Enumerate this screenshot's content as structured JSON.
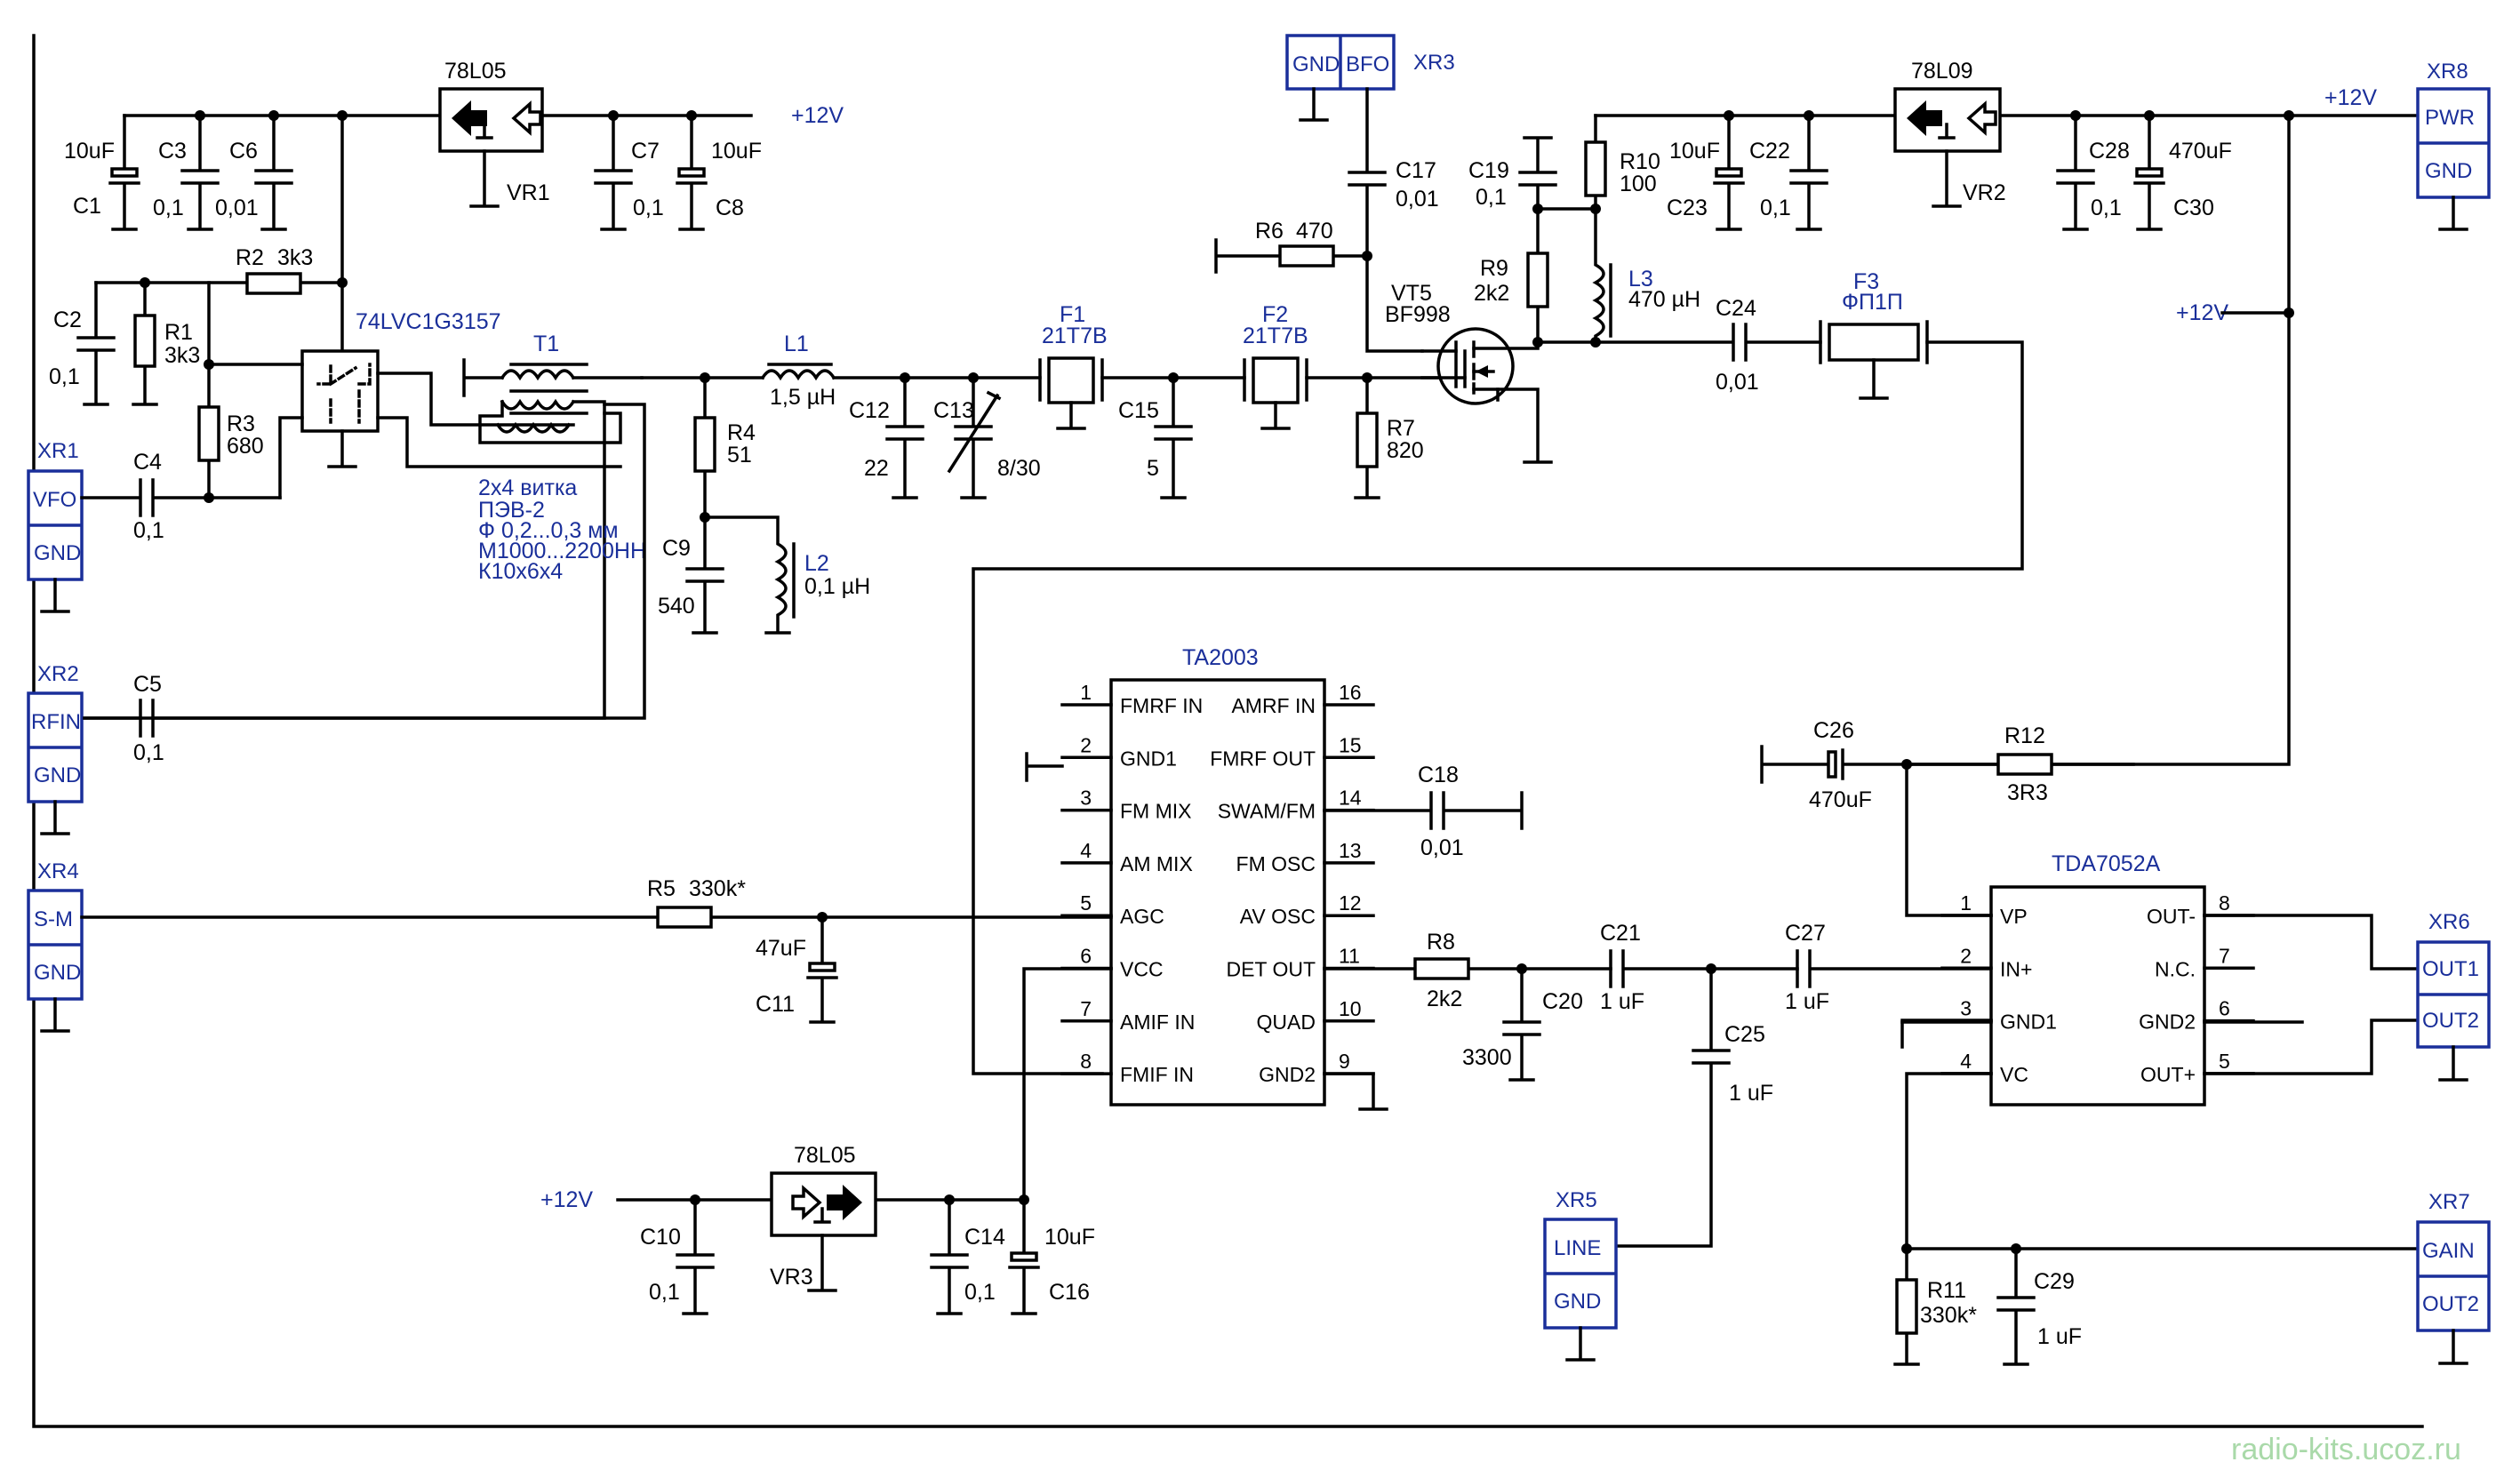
{
  "regulators": {
    "vr1": {
      "ref": "VR1",
      "part": "78L05"
    },
    "vr2": {
      "ref": "VR2",
      "part": "78L09"
    },
    "vr3": {
      "ref": "VR3",
      "part": "78L05"
    }
  },
  "ics": {
    "switch": {
      "part": "74LVC1G3157"
    },
    "ta2003": {
      "part": "TA2003",
      "left_pins": [
        {
          "num": "1",
          "name": "FMRF IN"
        },
        {
          "num": "2",
          "name": "GND1"
        },
        {
          "num": "3",
          "name": "FM MIX"
        },
        {
          "num": "4",
          "name": "AM MIX"
        },
        {
          "num": "5",
          "name": "AGC"
        },
        {
          "num": "6",
          "name": "VCC"
        },
        {
          "num": "7",
          "name": "AMIF IN"
        },
        {
          "num": "8",
          "name": "FMIF IN"
        }
      ],
      "right_pins": [
        {
          "num": "16",
          "name": "AMRF IN"
        },
        {
          "num": "15",
          "name": "FMRF OUT"
        },
        {
          "num": "14",
          "name": "SWAM/FM"
        },
        {
          "num": "13",
          "name": "FM OSC"
        },
        {
          "num": "12",
          "name": "AV OSC"
        },
        {
          "num": "11",
          "name": "DET OUT"
        },
        {
          "num": "10",
          "name": "QUAD"
        },
        {
          "num": "9",
          "name": "GND2"
        }
      ]
    },
    "tda7052a": {
      "part": "TDA7052A",
      "left_pins": [
        {
          "num": "1",
          "name": "VP"
        },
        {
          "num": "2",
          "name": "IN+"
        },
        {
          "num": "3",
          "name": "GND1"
        },
        {
          "num": "4",
          "name": "VC"
        }
      ],
      "right_pins": [
        {
          "num": "8",
          "name": "OUT-"
        },
        {
          "num": "7",
          "name": "N.C."
        },
        {
          "num": "6",
          "name": "GND2"
        },
        {
          "num": "5",
          "name": "OUT+"
        }
      ]
    }
  },
  "connectors": {
    "xr1": {
      "ref": "XR1",
      "pins": [
        "VFO",
        "GND"
      ]
    },
    "xr2": {
      "ref": "XR2",
      "pins": [
        "RFIN",
        "GND"
      ]
    },
    "xr3": {
      "ref": "XR3",
      "pins": [
        "GND",
        "BFO"
      ]
    },
    "xr4": {
      "ref": "XR4",
      "pins": [
        "S-M",
        "GND"
      ]
    },
    "xr5": {
      "ref": "XR5",
      "pins": [
        "LINE",
        "GND"
      ]
    },
    "xr6": {
      "ref": "XR6",
      "pins": [
        "OUT1",
        "OUT2"
      ]
    },
    "xr7": {
      "ref": "XR7",
      "pins": [
        "GAIN",
        "OUT2"
      ]
    },
    "xr8": {
      "ref": "XR8",
      "pins": [
        "PWR",
        "GND"
      ]
    }
  },
  "components": {
    "c1": {
      "ref": "C1",
      "value": "10uF"
    },
    "c2": {
      "ref": "C2",
      "value": "0,1"
    },
    "c3": {
      "ref": "C3",
      "value": "0,1"
    },
    "c4": {
      "ref": "C4",
      "value": "0,1"
    },
    "c5": {
      "ref": "C5",
      "value": "0,1"
    },
    "c6": {
      "ref": "C6",
      "value": "0,01"
    },
    "c7": {
      "ref": "C7",
      "value": "0,1"
    },
    "c8": {
      "ref": "C8",
      "value": "10uF"
    },
    "c9": {
      "ref": "C9",
      "value": "540"
    },
    "c10": {
      "ref": "C10",
      "value": "0,1"
    },
    "c11": {
      "ref": "C11",
      "value": "47uF"
    },
    "c12": {
      "ref": "C12",
      "value": "22"
    },
    "c13": {
      "ref": "C13",
      "value": "8/30"
    },
    "c14": {
      "ref": "C14",
      "value": "0,1"
    },
    "c15": {
      "ref": "C15",
      "value": "5"
    },
    "c16": {
      "ref": "C16",
      "value": "10uF"
    },
    "c17": {
      "ref": "C17",
      "value": "0,01"
    },
    "c18": {
      "ref": "C18",
      "value": "0,01"
    },
    "c19": {
      "ref": "C19",
      "value": "0,1"
    },
    "c20": {
      "ref": "C20",
      "value": "3300"
    },
    "c21": {
      "ref": "C21",
      "value": "1 uF"
    },
    "c22": {
      "ref": "C22",
      "value": "0,1"
    },
    "c23": {
      "ref": "C23",
      "value": "10uF"
    },
    "c24": {
      "ref": "C24",
      "value": "0,01"
    },
    "c25": {
      "ref": "C25",
      "value": "1 uF"
    },
    "c26": {
      "ref": "C26",
      "value": "470uF"
    },
    "c27": {
      "ref": "C27",
      "value": "1 uF"
    },
    "c28": {
      "ref": "C28",
      "value": "0,1"
    },
    "c29": {
      "ref": "C29",
      "value": "1 uF"
    },
    "c30": {
      "ref": "C30",
      "value": "470uF"
    },
    "r1": {
      "ref": "R1",
      "value": "3k3"
    },
    "r2": {
      "ref": "R2",
      "value": "3k3"
    },
    "r3": {
      "ref": "R3",
      "value": "680"
    },
    "r4": {
      "ref": "R4",
      "value": "51"
    },
    "r5": {
      "ref": "R5",
      "value": "330k*"
    },
    "r6": {
      "ref": "R6",
      "value": "470"
    },
    "r7": {
      "ref": "R7",
      "value": "820"
    },
    "r8": {
      "ref": "R8",
      "value": "2k2"
    },
    "r9": {
      "ref": "R9",
      "value": "2k2"
    },
    "r10": {
      "ref": "R10",
      "value": "100"
    },
    "r11": {
      "ref": "R11",
      "value": "330k*"
    },
    "r12": {
      "ref": "R12",
      "value": "3R3"
    },
    "l1": {
      "ref": "L1",
      "value": "1,5 µH"
    },
    "l2": {
      "ref": "L2",
      "value": "0,1 µH"
    },
    "l3": {
      "ref": "L3",
      "value": "470 µH"
    },
    "t1": {
      "ref": "T1"
    },
    "f1": {
      "ref": "F1",
      "value": "21T7B"
    },
    "f2": {
      "ref": "F2",
      "value": "21T7B"
    },
    "f3": {
      "ref": "F3",
      "value": "ФП1П"
    },
    "vt5": {
      "ref": "VT5",
      "value": "BF998"
    }
  },
  "rails": {
    "v12": "+12V"
  },
  "transformer_note": [
    "2x4 витка",
    "ПЭВ-2",
    "Ф 0,2...0,3 мм",
    "М1000...2200НН",
    "К10х6х4"
  ],
  "watermark": "radio-kits.ucoz.ru"
}
